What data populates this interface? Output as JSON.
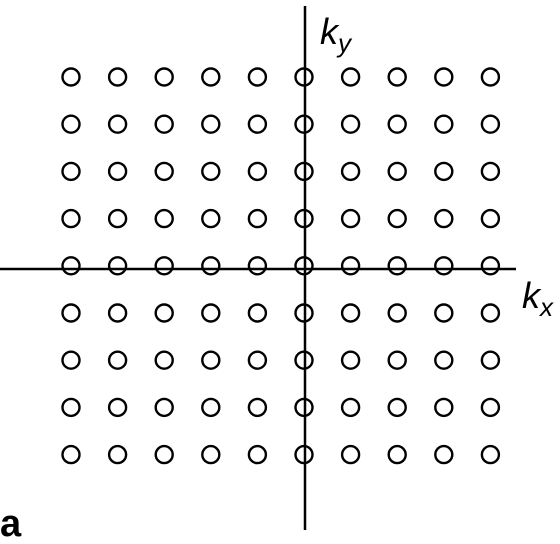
{
  "figure": {
    "panel_label": "a",
    "x_axis": {
      "symbol": "k",
      "subscript": "x"
    },
    "y_axis": {
      "symbol": "k",
      "subscript": "y"
    },
    "lattice": {
      "columns": 10,
      "rows": 9,
      "marker": "open-circle"
    },
    "colors": {
      "ink": "#000000",
      "background": "#ffffff"
    }
  }
}
